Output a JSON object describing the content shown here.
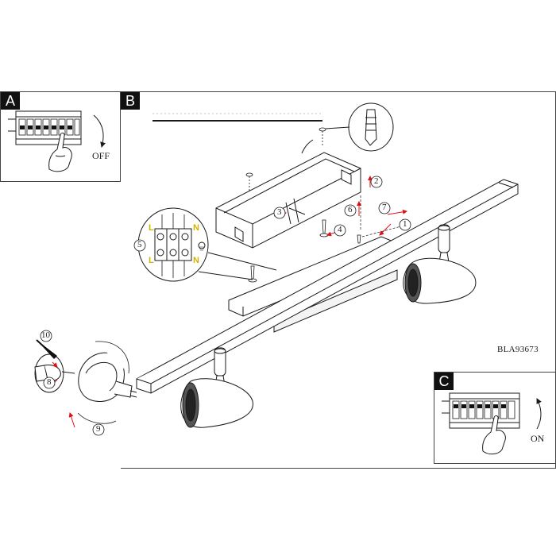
{
  "panels": {
    "a": {
      "tag": "A",
      "action": "OFF"
    },
    "b": {
      "tag": "B"
    },
    "c": {
      "tag": "C",
      "action": "ON"
    }
  },
  "model_code": "BLA93673",
  "terminal_labels": {
    "l_top": "L",
    "n_top": "N",
    "l_bottom": "L",
    "n_bottom": "N"
  },
  "callouts": [
    "1",
    "2",
    "3",
    "4",
    "5",
    "6",
    "7",
    "8",
    "9",
    "10"
  ],
  "colors": {
    "line": "#1a1a1a",
    "arrow": "#e01010",
    "terminal": "#d4b000",
    "tag": "#111111"
  }
}
